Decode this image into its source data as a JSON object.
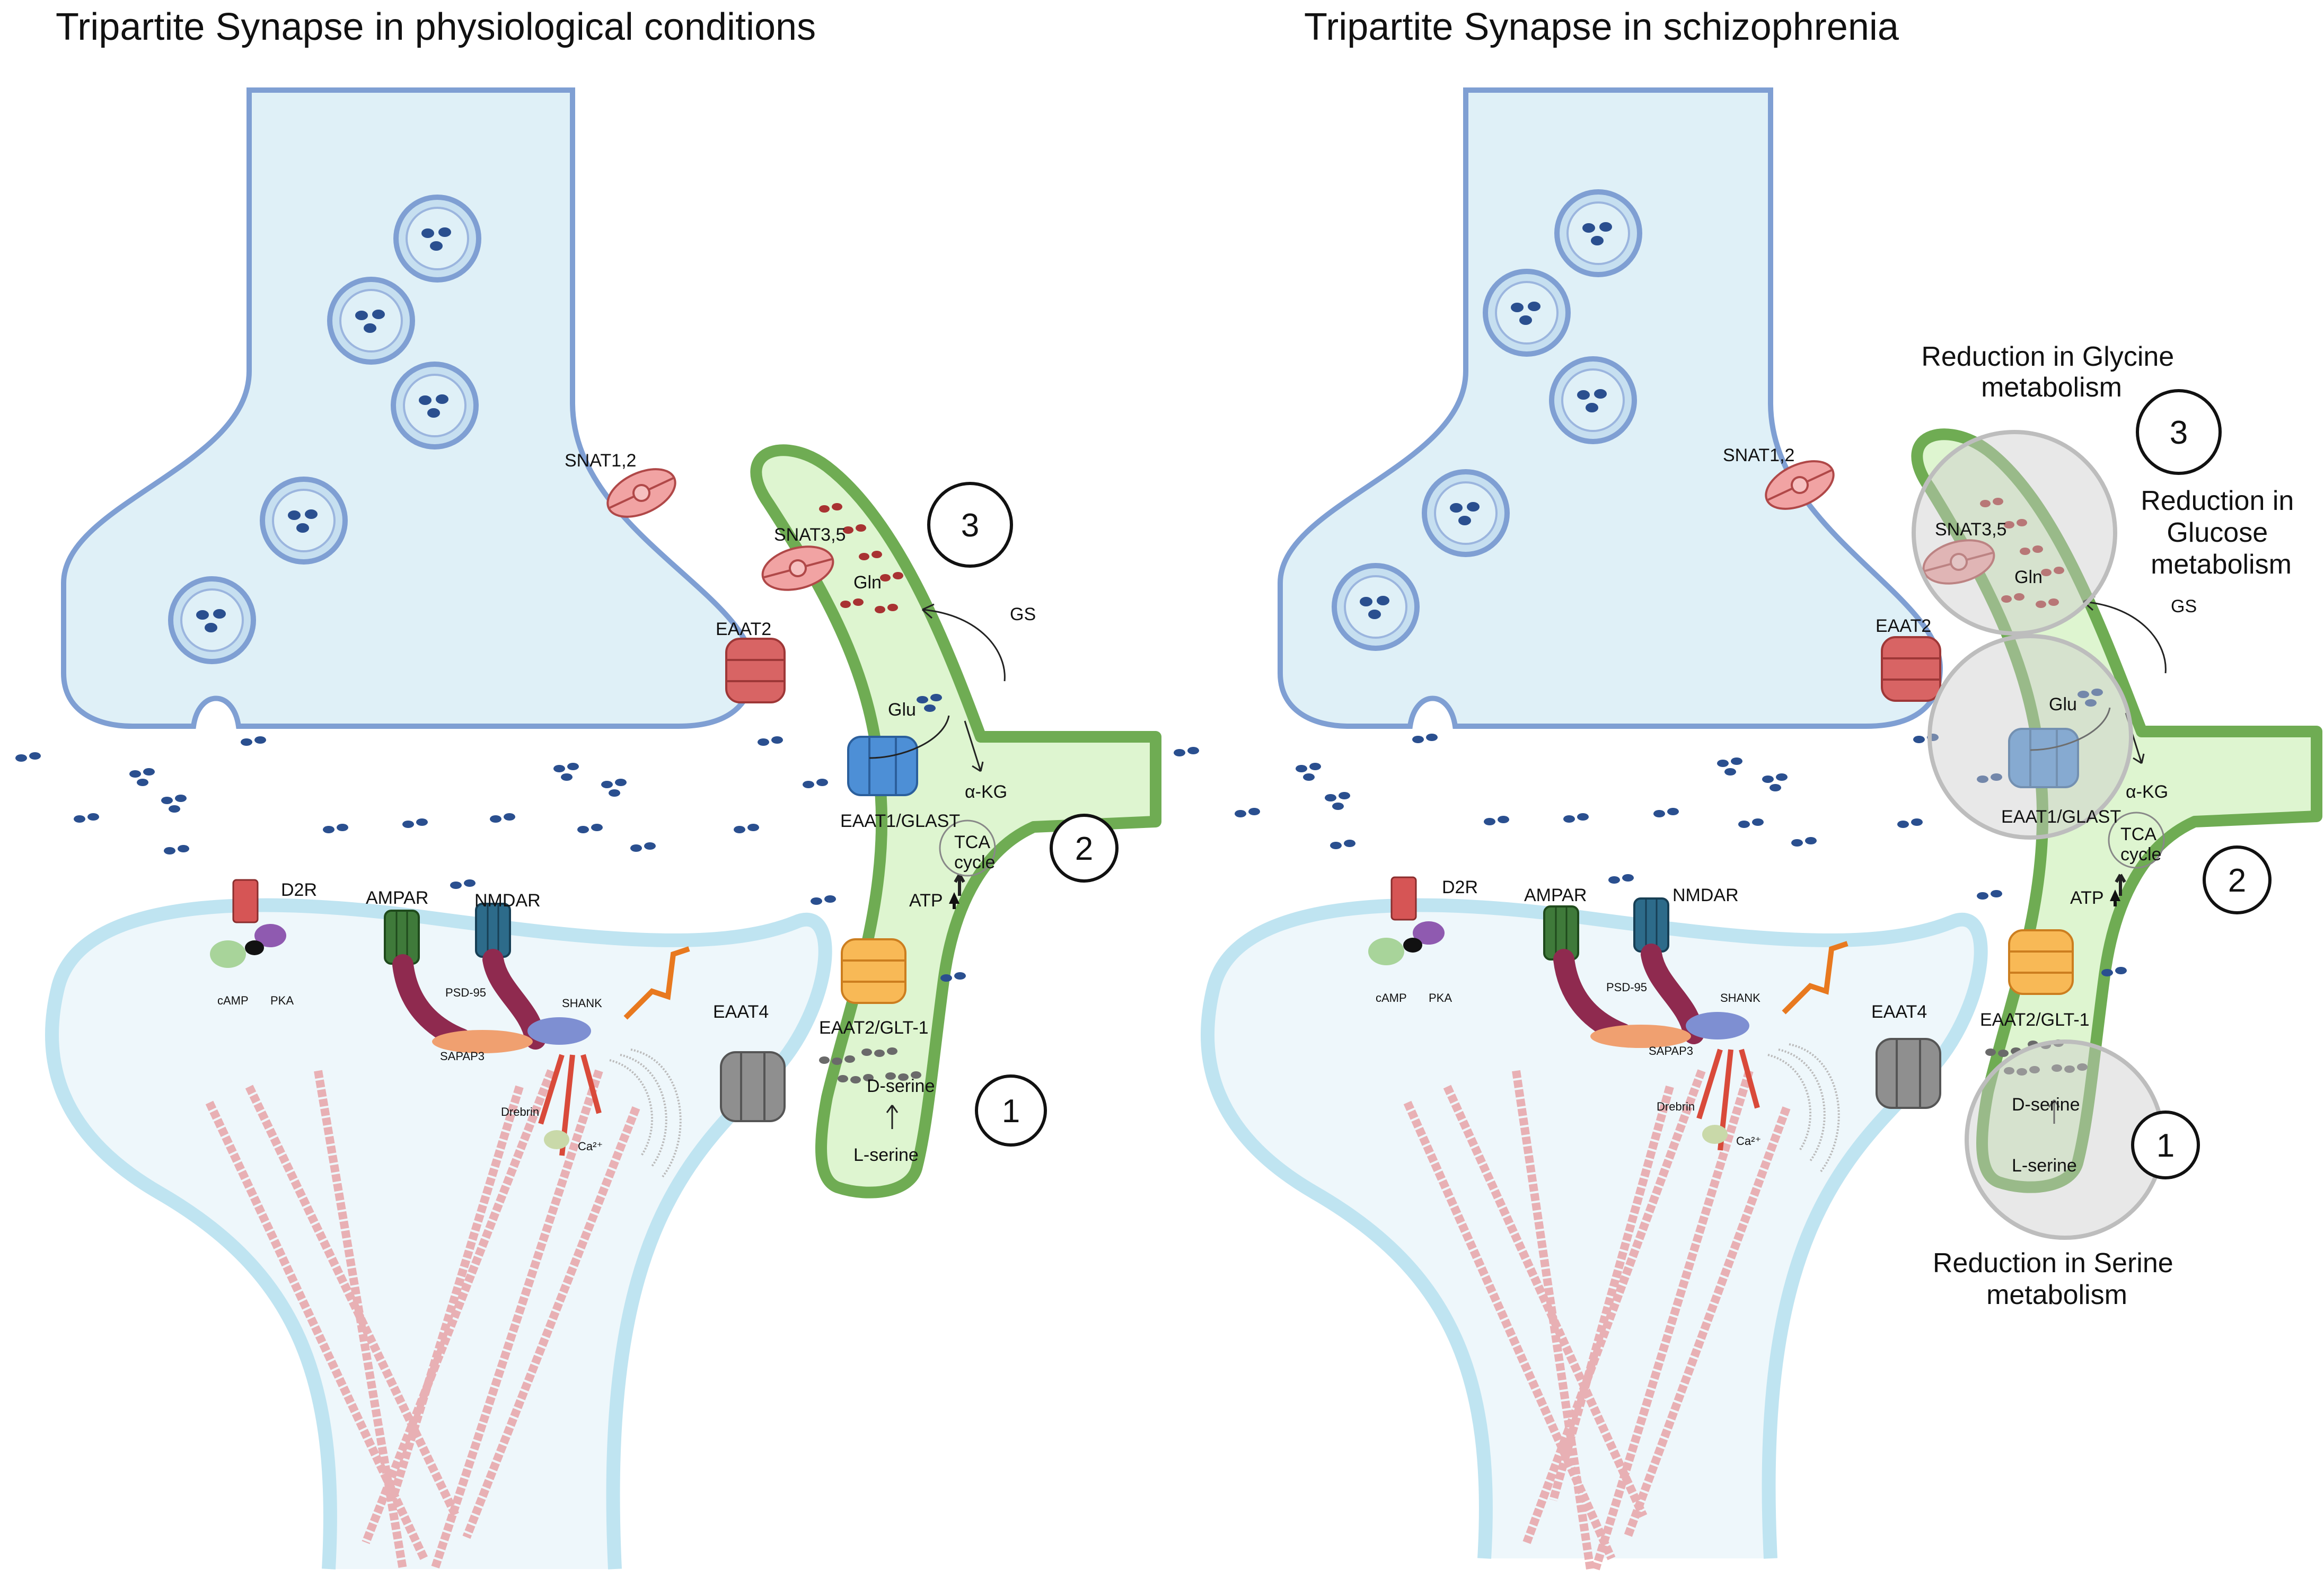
{
  "panels": [
    {
      "title": "Tripartite Synapse in physiological conditions",
      "labels": {
        "snat12": "SNAT1,2",
        "snat35": "SNAT3,5",
        "eaat2": "EAAT2",
        "gln": "Gln",
        "gs": "GS",
        "glu": "Glu",
        "akg": "α-KG",
        "eaat1": "EAAT1/GLAST",
        "tca": "TCA\ncycle",
        "atp": "ATP",
        "eaat2glt": "EAAT2/GLT-1",
        "dserine": "D-serine",
        "lserine": "L-serine",
        "eaat4": "EAAT4",
        "d2r": "D2R",
        "camp": "cAMP",
        "pka": "PKA",
        "ampar": "AMPAR",
        "nmdar": "NMDAR",
        "psd95": "PSD-95",
        "shank": "SHANK",
        "sapap3": "SAPAP3",
        "drebrin": "Drebrin",
        "ca": "Ca²⁺"
      },
      "markers": [
        "1",
        "2",
        "3"
      ]
    },
    {
      "title": "Tripartite Synapse in schizophrenia",
      "labels": {
        "snat12": "SNAT1,2",
        "snat35": "SNAT3,5",
        "eaat2": "EAAT2",
        "gln": "Gln",
        "gs": "GS",
        "glu": "Glu",
        "akg": "α-KG",
        "eaat1": "EAAT1/GLAST",
        "tca": "TCA\ncycle",
        "atp": "ATP",
        "eaat2glt": "EAAT2/GLT-1",
        "dserine": "D-serine",
        "lserine": "L-serine",
        "eaat4": "EAAT4",
        "d2r": "D2R",
        "camp": "cAMP",
        "pka": "PKA",
        "ampar": "AMPAR",
        "nmdar": "NMDAR",
        "psd95": "PSD-95",
        "shank": "SHANK",
        "sapap3": "SAPAP3",
        "drebrin": "Drebrin",
        "ca": "Ca²⁺"
      },
      "markers": [
        "1",
        "2",
        "3"
      ],
      "annotations": {
        "glycine": "Reduction in Glycine\nmetabolism",
        "glucose": "Reduction in\nGlucose\nmetabolism",
        "serine": "Reduction in Serine\nmetabolism"
      }
    }
  ],
  "colors": {
    "presynaptic_fill": "#dff0f7",
    "presynaptic_stroke": "#7f9fd3",
    "postsynaptic_fill": "#eef7fb",
    "postsynaptic_stroke": "#bfe4f1",
    "astrocyte_fill": "#def5d0",
    "astrocyte_stroke": "#6fac53",
    "glutamate": "#2a4f8f",
    "glutamine": "#a83232",
    "dserine": "#6a6a6a",
    "reduction_overlay": "#cccccc"
  }
}
